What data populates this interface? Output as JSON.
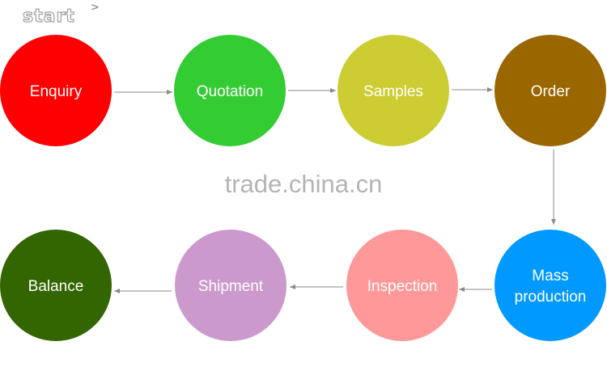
{
  "logo": {
    "text": "start",
    "mark": ">"
  },
  "watermark": "trade.china.cn",
  "steps": [
    {
      "label": "Enquiry",
      "color": "#ff0000"
    },
    {
      "label": "Quotation",
      "color": "#33cc33"
    },
    {
      "label": "Samples",
      "color": "#cccc33"
    },
    {
      "label": "Order",
      "color": "#996600"
    },
    {
      "label": "Mass production",
      "color": "#0099ff"
    },
    {
      "label": "Inspection",
      "color": "#ff9999"
    },
    {
      "label": "Shipment",
      "color": "#cc99cc"
    },
    {
      "label": "Balance",
      "color": "#336600"
    }
  ]
}
